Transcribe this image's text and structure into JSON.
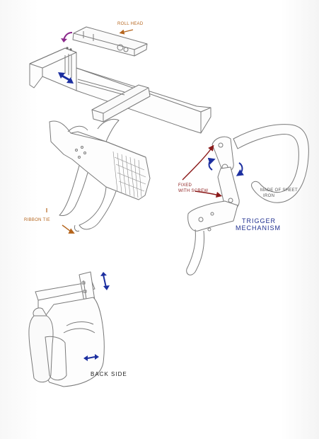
{
  "labels": {
    "roll_head": "ROLL HEAD",
    "ribbon_tie": "RIBBON TIE",
    "fixed_with_screw_line1": "FIXED",
    "fixed_with_screw_line2": "WITH SCREW",
    "made_of_sheet_iron_line1": "MADE OF SHEET",
    "made_of_sheet_iron_line2": "IRON",
    "trigger_mechanism_line1": "TRIGGER",
    "trigger_mechanism_line2": "MECHANISM",
    "back_side": "BACK SIDE"
  },
  "colors": {
    "pencil": "#7a7a7a",
    "arrow_orange": "#b5651d",
    "arrow_red": "#8b1a1a",
    "arrow_blue": "#1c2fa0",
    "arrow_purple": "#8b2a8b",
    "label_blue": "#1f2f8f"
  },
  "icons": [
    "move-arrow-icon",
    "rotate-arrow-icon",
    "pointer-arrow-icon"
  ]
}
